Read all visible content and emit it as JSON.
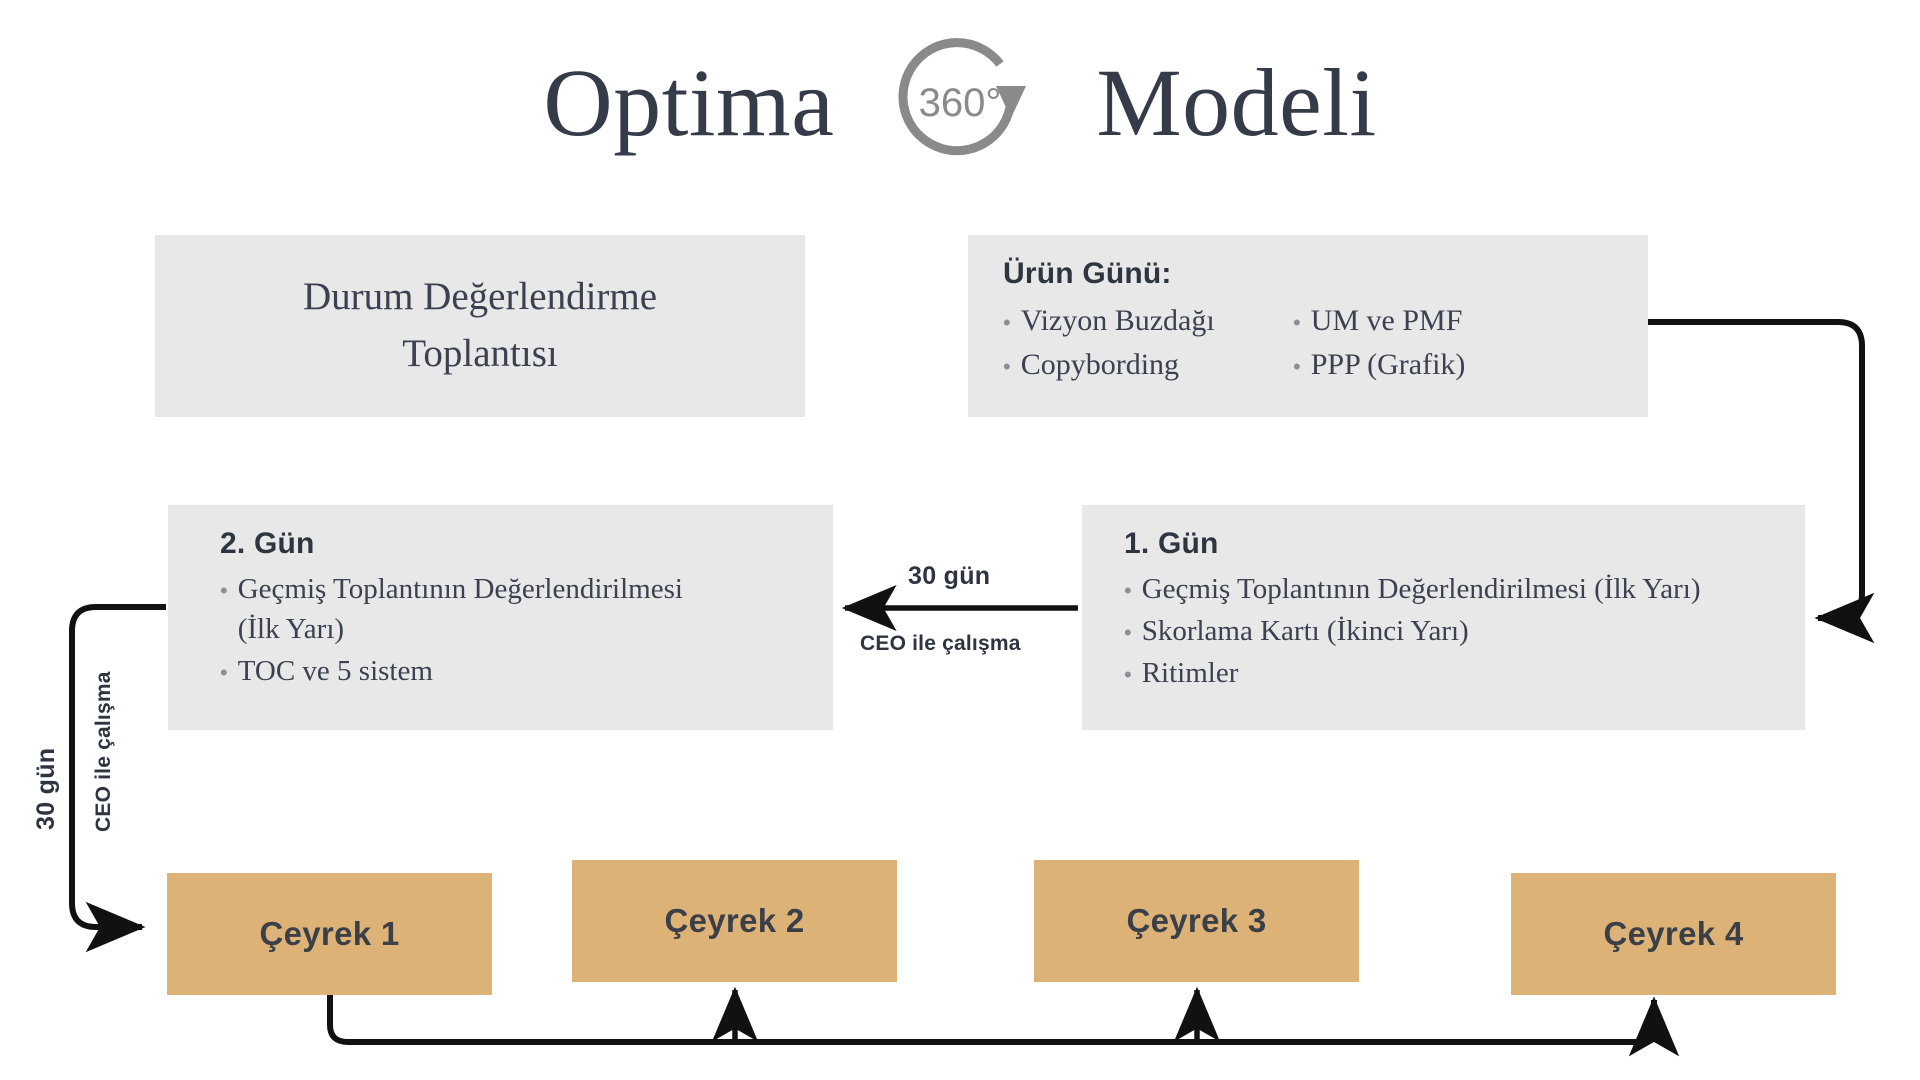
{
  "title": {
    "left_word": "Optima",
    "badge_text": "360°",
    "badge_icon": "circular-arrow-360-icon",
    "right_word": "Modeli"
  },
  "colors": {
    "panel_gray": "#e8e8e8",
    "quarter_tan": "#ddb277",
    "text_dark": "#353b48",
    "badge_gray": "#8a8a8a",
    "connector_black": "#111111"
  },
  "boxes": {
    "durum": {
      "line1": "Durum Değerlendirme",
      "line2": "Toplantısı"
    },
    "urun_gunu": {
      "heading": "Ürün Günü:",
      "col_left": [
        "Vizyon Buzdağı",
        "Copybording"
      ],
      "col_right": [
        "UM ve PMF",
        "PPP (Grafik)"
      ]
    },
    "gun2": {
      "heading": "2. Gün",
      "items": [
        "Geçmiş Toplantının Değerlendirilmesi (İlk Yarı)",
        "TOC ve 5 sistem"
      ]
    },
    "gun1": {
      "heading": "1. Gün",
      "items": [
        "Geçmiş Toplantının Değerlendirilmesi (İlk Yarı)",
        "Skorlama Kartı (İkinci Yarı)",
        "Ritimler"
      ]
    }
  },
  "quarters": [
    {
      "label": "Çeyrek 1"
    },
    {
      "label": "Çeyrek 2"
    },
    {
      "label": "Çeyrek 3"
    },
    {
      "label": "Çeyrek 4"
    }
  ],
  "arrow_labels": {
    "horizontal_top": "30 gün",
    "horizontal_bottom": "CEO ile çalışma",
    "vertical_outer": "30 gün",
    "vertical_inner": "CEO ile çalışma"
  }
}
